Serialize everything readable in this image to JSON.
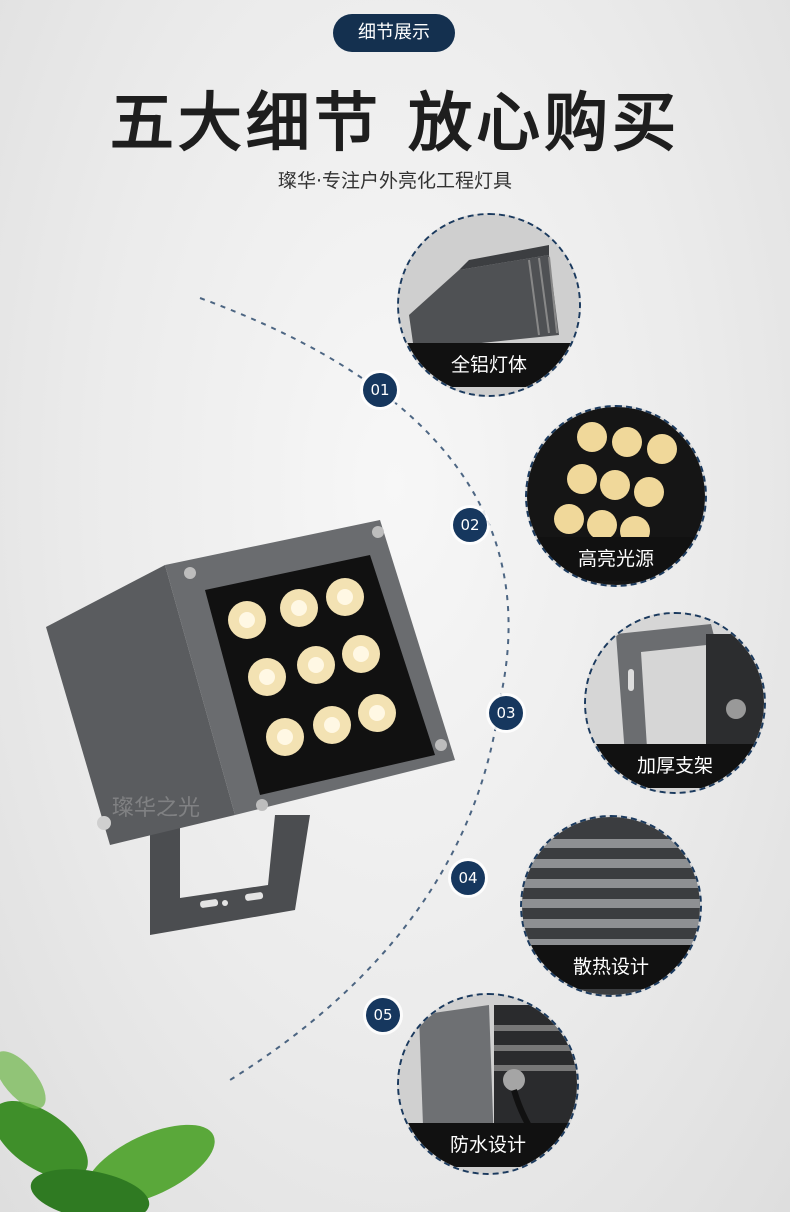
{
  "badge": "细节展示",
  "title": "五大细节 放心购买",
  "subtitle": "璨华·专注户外亮化工程灯具",
  "watermark": "璨华之光",
  "features": [
    {
      "num": "01",
      "label": "全铝灯体"
    },
    {
      "num": "02",
      "label": "高亮光源"
    },
    {
      "num": "03",
      "label": "加厚支架"
    },
    {
      "num": "04",
      "label": "散热设计"
    },
    {
      "num": "05",
      "label": "防水设计"
    }
  ],
  "colors": {
    "accent": "#16375e",
    "badge": "#14304f",
    "title": "#1e1e1e"
  }
}
